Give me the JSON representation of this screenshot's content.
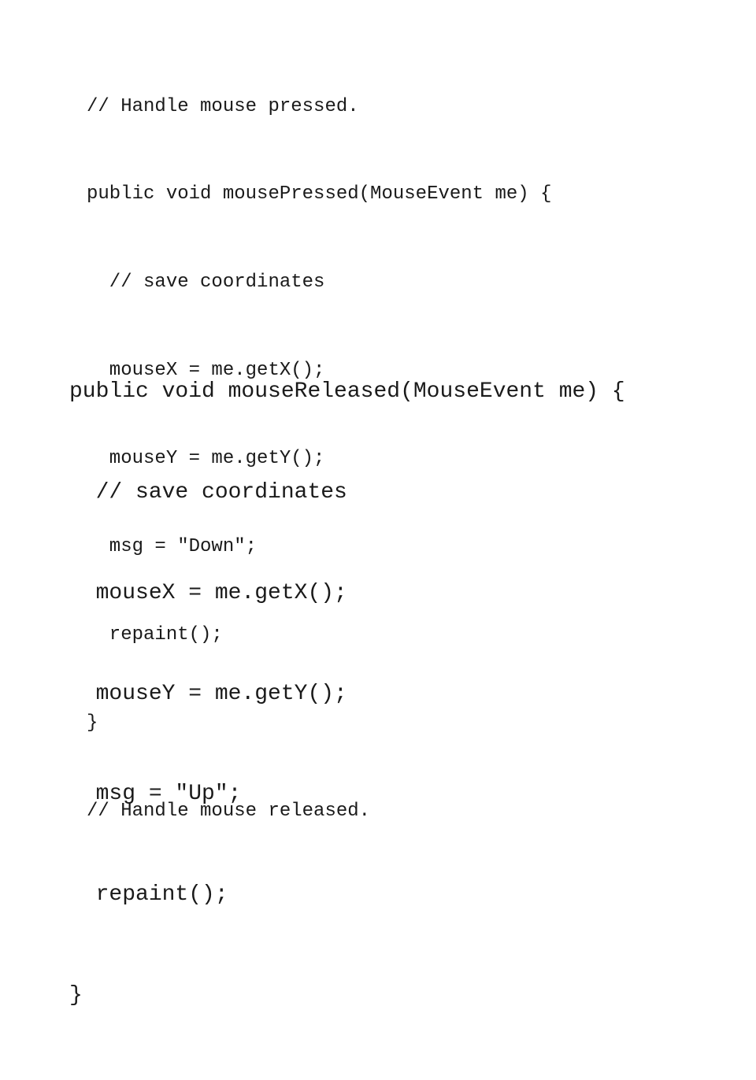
{
  "slide": {
    "pressed_handler": {
      "lines": [
        "// Handle mouse pressed.",
        "public void mousePressed(MouseEvent me) {",
        "  // save coordinates",
        "  mouseX = me.getX();",
        "  mouseY = me.getY();",
        "  msg = \"Down\";",
        "  repaint();",
        "}",
        "// Handle mouse released."
      ]
    },
    "released_handler": {
      "lines": [
        "public void mouseReleased(MouseEvent me) {",
        "  // save coordinates",
        "  mouseX = me.getX();",
        "  mouseY = me.getY();",
        "  msg = \"Up\";",
        "  repaint();",
        "}"
      ]
    }
  }
}
